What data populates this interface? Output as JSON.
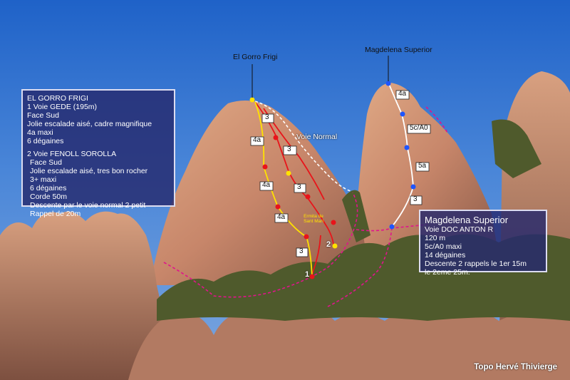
{
  "peaks": {
    "gorro": "El Gorro Frigi",
    "magdelena": "Magdelena Superior"
  },
  "left_box": {
    "lines": [
      "EL GORRO FRIGI",
      "1 Voie GEDE (195m)",
      "Face Sud",
      "Jolie escalade aisé, cadre magnifique",
      "4a maxi",
      "6 dégaines",
      "",
      "2 Voie FENOLL SOROLLA",
      "Face Sud",
      "Jolie escalade aisé, tres bon rocher",
      "3+ maxi",
      "6 dégaines",
      "Corde 50m",
      "Descente par le voie normal 2 petit",
      "Rappel de 20m"
    ]
  },
  "right_box": {
    "title": "Magdelena Superior",
    "lines": [
      "Voie DOC ANTON R",
      "120 m",
      "5c/A0 maxi",
      "14 dégaines",
      "Descente 2 rappels le 1er 15m",
      "le 2eme 25m."
    ]
  },
  "route_labels": {
    "voie_normal": "Voie Normal",
    "ermita": "Ermita de Sant Mari"
  },
  "grades": {
    "left_top": "3",
    "left_4a_1": "4a",
    "left_4a_2": "4a",
    "left_4a_3": "4a",
    "left_3_mid": "3",
    "left_3_bottom": "3",
    "mag_4a": "4a",
    "mag_5c": "5c/A0",
    "mag_5a": "5a",
    "mag_3": "3"
  },
  "route_numbers": {
    "one": "1",
    "two": "2"
  },
  "credit": "Topo Hervé Thivierge",
  "colors": {
    "route_gede": "#ffe200",
    "route_fenoll": "#e8141a",
    "descent": "#e0148c",
    "normal": "#ffffff",
    "magdelena_route": "#ffffff",
    "belay_blue": "#1e55ff",
    "box_bg": "#262a6e"
  }
}
